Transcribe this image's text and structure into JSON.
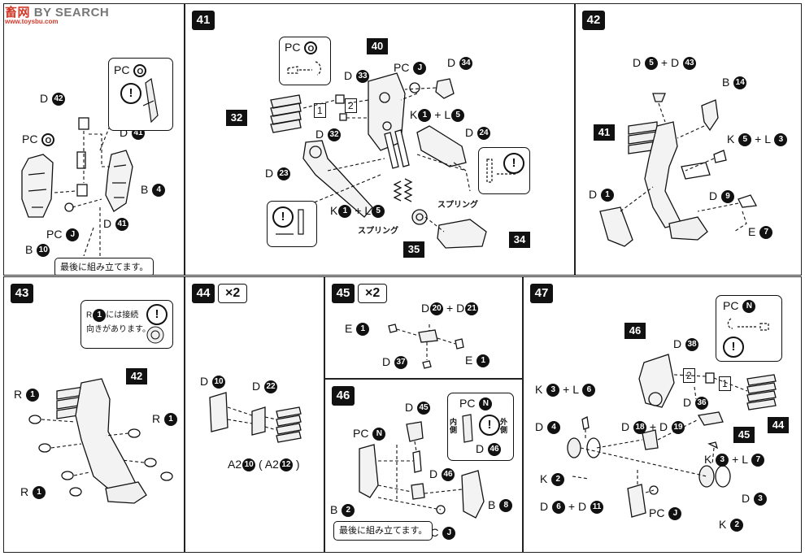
{
  "watermark": {
    "brand_red": "畜网",
    "brand_text": "BY SEARCH",
    "brand_sub": "www.toysbu.com",
    "accent": "#d23a2a"
  },
  "p0": {
    "d42": "D",
    "d42n": "42",
    "pc": "PC",
    "pcn": "O",
    "d41a": "D",
    "d41an": "41",
    "b4": "B",
    "b4n": "4",
    "pcj": "PC",
    "pcjn": "J",
    "d41b": "D",
    "d41bn": "41",
    "b10": "B",
    "b10n": "10",
    "callout_pc": "PC",
    "callout_pcn": "O",
    "note": "最後に組み立てます。"
  },
  "p41": {
    "step": "41",
    "pco": "PC",
    "pcon": "O",
    "d33": "D",
    "d33n": "33",
    "tag40": "40",
    "pcj": "PC",
    "pcjn": "J",
    "d34": "D",
    "d34n": "34",
    "kl_k": "K",
    "kl_kn": "1",
    "kl_plus": "+",
    "kl_l": "L",
    "kl_ln": "5",
    "tag32": "32",
    "box1": "1",
    "box2": "2",
    "d32": "D",
    "d32n": "32",
    "d24": "D",
    "d24n": "24",
    "d23": "D",
    "d23n": "23",
    "kl2_k": "K",
    "kl2_kn": "1",
    "kl2_plus": "+",
    "kl2_l": "L",
    "kl2_ln": "5",
    "spring1": "スプリング",
    "spring2": "スプリング",
    "tag35": "35",
    "tag34": "34"
  },
  "p42": {
    "step": "42",
    "d5": "D",
    "d5n": "5",
    "plus": "+",
    "d43": "D",
    "d43n": "43",
    "b14": "B",
    "b14n": "14",
    "tag41": "41",
    "k5": "K",
    "k5n": "5",
    "plus2": "+",
    "l3": "L",
    "l3n": "3",
    "d1": "D",
    "d1n": "1",
    "d9": "D",
    "d9n": "9",
    "e7": "E",
    "e7n": "7"
  },
  "p43": {
    "step": "43",
    "tag42": "42",
    "note_r": "R",
    "note_rn": "1",
    "note_l1": "には接続",
    "note_l2": "向きがあります。",
    "r1a": "R",
    "r1an": "1",
    "r1b": "R",
    "r1bn": "1",
    "r1c": "R",
    "r1cn": "1"
  },
  "p44": {
    "step": "44",
    "mult": "×2",
    "d10": "D",
    "d10n": "10",
    "d22": "D",
    "d22n": "22",
    "a2": "A2",
    "a2n": "10",
    "a2b": "( A2",
    "a2bn": "12",
    "a2b_close": ")"
  },
  "p45": {
    "step": "45",
    "mult": "×2",
    "d20": "D",
    "d20n": "20",
    "plus": "+",
    "d21": "D",
    "d21n": "21",
    "e1a": "E",
    "e1an": "1",
    "e1b": "E",
    "e1bn": "1",
    "d37": "D",
    "d37n": "37"
  },
  "p46": {
    "step": "46",
    "d45": "D",
    "d45n": "45",
    "pcn": "PC",
    "pcnn": "N",
    "cpc": "PC",
    "cpcn": "N",
    "inner": "内側",
    "outer": "外側",
    "cd46": "D",
    "cd46n": "46",
    "d46": "D",
    "d46n": "46",
    "b2": "B",
    "b2n": "2",
    "b8": "B",
    "b8n": "8",
    "pcj": "PC",
    "pcjn": "J",
    "note": "最後に組み立てます。"
  },
  "p47": {
    "step": "47",
    "tag46": "46",
    "pcn": "PC",
    "pcnn": "N",
    "d38": "D",
    "d38n": "38",
    "box2": "2",
    "box1": "1",
    "d36": "D",
    "d36n": "36",
    "k3l6_k": "K",
    "k3l6_kn": "3",
    "k3l6_plus": "+",
    "k3l6_l": "L",
    "k3l6_ln": "6",
    "d4": "D",
    "d4n": "4",
    "d18": "D",
    "d18n": "18",
    "plus": "+",
    "d19": "D",
    "d19n": "19",
    "tag45": "45",
    "tag44": "44",
    "k3l7_k": "K",
    "k3l7_kn": "3",
    "k3l7_plus": "+",
    "k3l7_l": "L",
    "k3l7_ln": "7",
    "k2a": "K",
    "k2an": "2",
    "d6": "D",
    "d6n": "6",
    "plus2": "+",
    "d11": "D",
    "d11n": "11",
    "pcj": "PC",
    "pcjn": "J",
    "d3": "D",
    "d3n": "3",
    "k2b": "K",
    "k2bn": "2"
  },
  "warning_glyph": "!"
}
